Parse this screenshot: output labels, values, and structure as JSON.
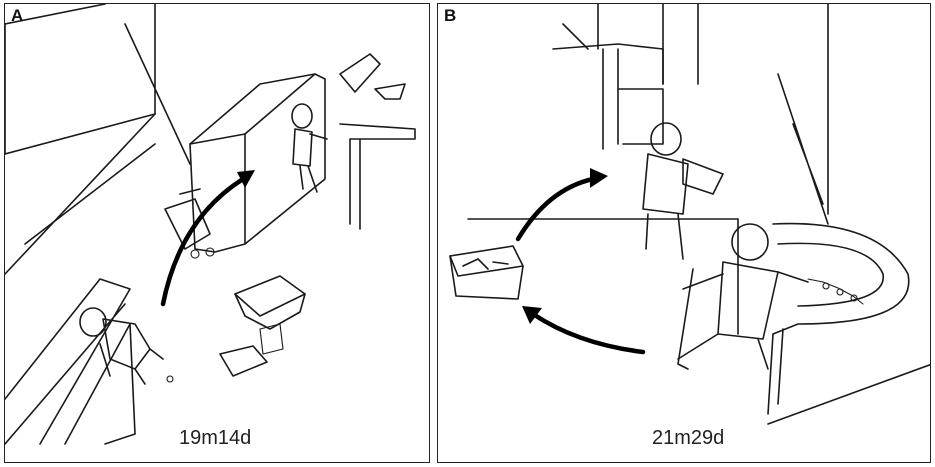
{
  "panels": [
    {
      "letter": "A",
      "age": "19m14d"
    },
    {
      "letter": "B",
      "age": "21m29d"
    }
  ]
}
